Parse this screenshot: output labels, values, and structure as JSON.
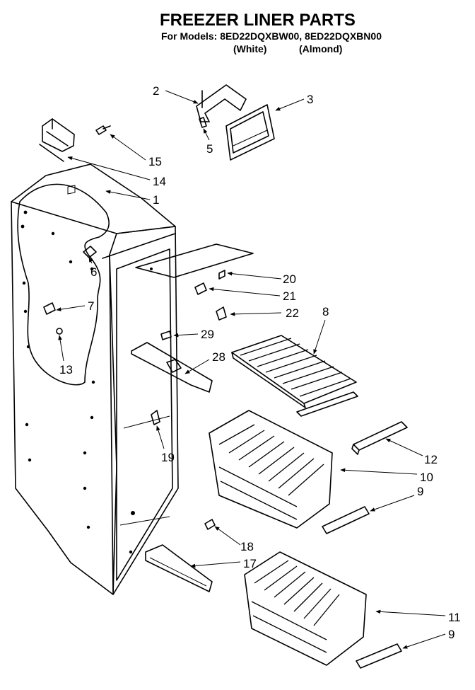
{
  "header": {
    "title": "FREEZER LINER PARTS",
    "models_line": "For Models: 8ED22DQXBW00, 8ED22DQXBN00",
    "color_white": "(White)",
    "color_almond": "(Almond)"
  },
  "callouts": [
    {
      "id": "c1",
      "text": "1"
    },
    {
      "id": "c2",
      "text": "2"
    },
    {
      "id": "c3",
      "text": "3"
    },
    {
      "id": "c5",
      "text": "5"
    },
    {
      "id": "c6",
      "text": "6"
    },
    {
      "id": "c7",
      "text": "7"
    },
    {
      "id": "c8",
      "text": "8"
    },
    {
      "id": "c9a",
      "text": "9"
    },
    {
      "id": "c9b",
      "text": "9"
    },
    {
      "id": "c10",
      "text": "10"
    },
    {
      "id": "c11",
      "text": "11"
    },
    {
      "id": "c12",
      "text": "12"
    },
    {
      "id": "c13",
      "text": "13"
    },
    {
      "id": "c14",
      "text": "14"
    },
    {
      "id": "c15",
      "text": "15"
    },
    {
      "id": "c17",
      "text": "17"
    },
    {
      "id": "c18",
      "text": "18"
    },
    {
      "id": "c19",
      "text": "19"
    },
    {
      "id": "c20",
      "text": "20"
    },
    {
      "id": "c21",
      "text": "21"
    },
    {
      "id": "c22",
      "text": "22"
    },
    {
      "id": "c28",
      "text": "28"
    },
    {
      "id": "c29",
      "text": "29"
    }
  ]
}
